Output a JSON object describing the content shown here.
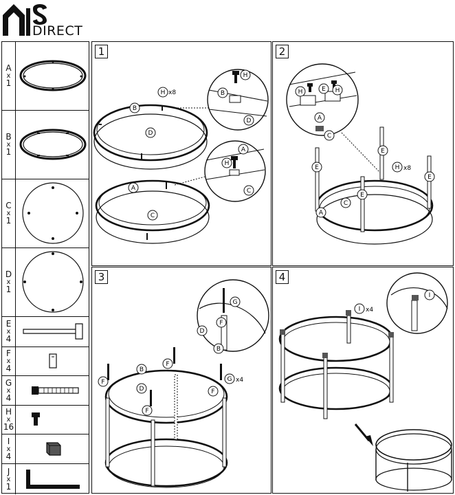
{
  "brand": {
    "logo_text": "NS",
    "sub_text": "DIRECT"
  },
  "parts": [
    {
      "letter": "A",
      "qty": "1",
      "name": "frame-ring-a"
    },
    {
      "letter": "B",
      "qty": "1",
      "name": "frame-ring-b"
    },
    {
      "letter": "C",
      "qty": "1",
      "name": "glass-top-c"
    },
    {
      "letter": "D",
      "qty": "1",
      "name": "glass-top-d"
    },
    {
      "letter": "E",
      "qty": "4",
      "name": "leg-e"
    },
    {
      "letter": "F",
      "qty": "4",
      "name": "connector-f"
    },
    {
      "letter": "G",
      "qty": "4",
      "name": "bolt-g"
    },
    {
      "letter": "H",
      "qty": "16",
      "name": "screw-h"
    },
    {
      "letter": "I",
      "qty": "4",
      "name": "foot-cap-i"
    },
    {
      "letter": "J",
      "qty": "1",
      "name": "allen-key-j"
    }
  ],
  "steps": [
    {
      "number": "1",
      "callouts": {
        "H": "H",
        "B": "B",
        "D": "D",
        "A": "A",
        "C": "C",
        "count": "x8"
      }
    },
    {
      "number": "2",
      "callouts": {
        "H": "H",
        "E": "E",
        "A": "A",
        "C": "C",
        "count": "x8"
      }
    },
    {
      "number": "3",
      "callouts": {
        "G": "G",
        "F": "F",
        "D": "D",
        "B": "B",
        "count": "x4"
      }
    },
    {
      "number": "4",
      "callouts": {
        "I": "I",
        "count": "x4"
      }
    }
  ]
}
